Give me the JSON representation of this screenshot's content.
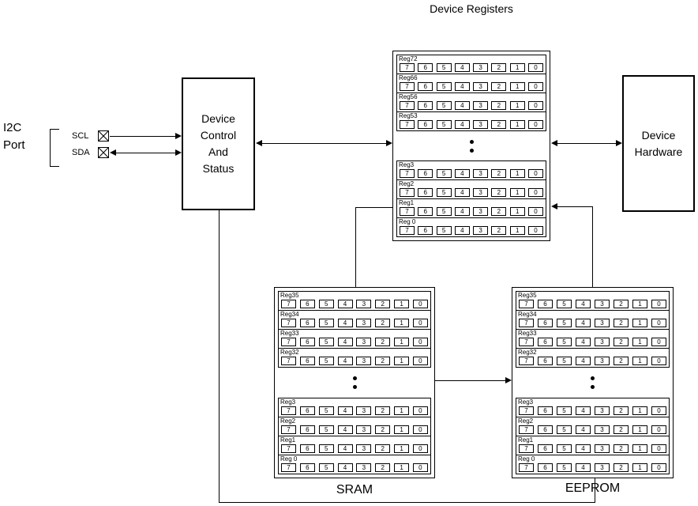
{
  "page_title": "Device Registers",
  "colors": {
    "line": "#000000",
    "background": "#ffffff"
  },
  "i2c": {
    "port_label_line1": "I2C",
    "port_label_line2": "Port",
    "scl_label": "SCL",
    "sda_label": "SDA"
  },
  "boxes": {
    "device_control": {
      "lines": [
        "Device",
        "Control",
        "And",
        "Status"
      ]
    },
    "device_hardware": {
      "lines": [
        "Device",
        "Hardware"
      ]
    }
  },
  "bits": [
    "7",
    "6",
    "5",
    "4",
    "3",
    "2",
    "1",
    "0"
  ],
  "register_banks": {
    "device_registers": {
      "title": "Device Registers",
      "top_rows": [
        "Reg72",
        "Reg66",
        "Reg56",
        "Reg53"
      ],
      "bottom_rows": [
        "Reg3",
        "Reg2",
        "Reg1",
        "Reg 0"
      ],
      "ellipsis_dots": 2
    },
    "sram": {
      "label": "SRAM",
      "top_rows": [
        "Reg35",
        "Reg34",
        "Reg33",
        "Reg32"
      ],
      "bottom_rows": [
        "Reg3",
        "Reg2",
        "Reg1",
        "Reg 0"
      ],
      "ellipsis_dots": 2
    },
    "eeprom": {
      "label": "EEPROM",
      "top_rows": [
        "Reg35",
        "Reg34",
        "Reg33",
        "Reg32"
      ],
      "bottom_rows": [
        "Reg3",
        "Reg2",
        "Reg1",
        "Reg 0"
      ],
      "ellipsis_dots": 2
    }
  }
}
